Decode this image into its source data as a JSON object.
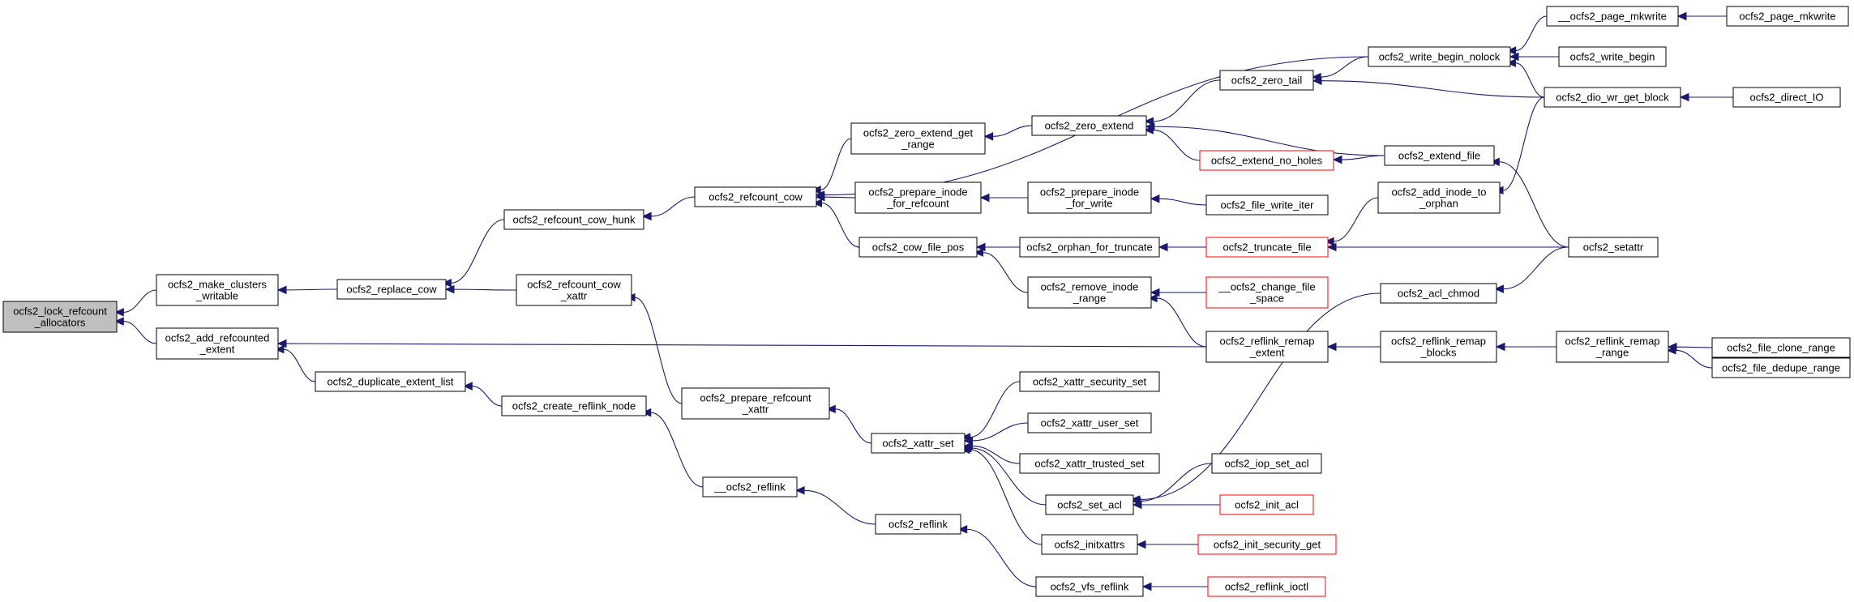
{
  "colors": {
    "edge": "#191970",
    "node_border": "#000000",
    "node_border_truncated": "#ff0000",
    "root_fill": "#bfbfbf"
  },
  "graph": {
    "nodes": [
      {
        "id": "lock",
        "lines": [
          "ocfs2_lock_refcount",
          "_allocators"
        ]
      },
      {
        "id": "mcw",
        "lines": [
          "ocfs2_make_clusters",
          "_writable"
        ]
      },
      {
        "id": "are",
        "lines": [
          "ocfs2_add_refcounted",
          "_extent"
        ]
      },
      {
        "id": "rcow",
        "lines": [
          "ocfs2_replace_cow"
        ]
      },
      {
        "id": "del",
        "lines": [
          "ocfs2_duplicate_extent_list"
        ]
      },
      {
        "id": "rch",
        "lines": [
          "ocfs2_refcount_cow_hunk"
        ]
      },
      {
        "id": "rcx",
        "lines": [
          "ocfs2_refcount_cow",
          "_xattr"
        ]
      },
      {
        "id": "crn",
        "lines": [
          "ocfs2_create_reflink_node"
        ]
      },
      {
        "id": "rc",
        "lines": [
          "ocfs2_refcount_cow"
        ]
      },
      {
        "id": "prx",
        "lines": [
          "ocfs2_prepare_refcount",
          "_xattr"
        ]
      },
      {
        "id": "_rl",
        "lines": [
          "__ocfs2_reflink"
        ]
      },
      {
        "id": "zeg",
        "lines": [
          "ocfs2_zero_extend_get",
          "_range"
        ]
      },
      {
        "id": "pir",
        "lines": [
          "ocfs2_prepare_inode",
          "_for_refcount"
        ]
      },
      {
        "id": "cfp",
        "lines": [
          "ocfs2_cow_file_pos"
        ]
      },
      {
        "id": "xs",
        "lines": [
          "ocfs2_xattr_set"
        ]
      },
      {
        "id": "rl",
        "lines": [
          "ocfs2_reflink"
        ]
      },
      {
        "id": "ze",
        "lines": [
          "ocfs2_zero_extend"
        ]
      },
      {
        "id": "piw",
        "lines": [
          "ocfs2_prepare_inode",
          "_for_write"
        ]
      },
      {
        "id": "oft",
        "lines": [
          "ocfs2_orphan_for_truncate"
        ]
      },
      {
        "id": "rir",
        "lines": [
          "ocfs2_remove_inode",
          "_range"
        ]
      },
      {
        "id": "xss",
        "lines": [
          "ocfs2_xattr_security_set"
        ]
      },
      {
        "id": "xus",
        "lines": [
          "ocfs2_xattr_user_set"
        ]
      },
      {
        "id": "xts",
        "lines": [
          "ocfs2_xattr_trusted_set"
        ]
      },
      {
        "id": "sa",
        "lines": [
          "ocfs2_set_acl"
        ]
      },
      {
        "id": "ix",
        "lines": [
          "ocfs2_initxattrs"
        ]
      },
      {
        "id": "vr",
        "lines": [
          "ocfs2_vfs_reflink"
        ]
      },
      {
        "id": "zt",
        "lines": [
          "ocfs2_zero_tail"
        ]
      },
      {
        "id": "enh",
        "lines": [
          "ocfs2_extend_no_holes"
        ],
        "truncated": true
      },
      {
        "id": "fwi",
        "lines": [
          "ocfs2_file_write_iter"
        ]
      },
      {
        "id": "tf",
        "lines": [
          "ocfs2_truncate_file"
        ],
        "truncated": true
      },
      {
        "id": "cfs",
        "lines": [
          "__ocfs2_change_file",
          "_space"
        ],
        "truncated": true
      },
      {
        "id": "rre",
        "lines": [
          "ocfs2_reflink_remap",
          "_extent"
        ]
      },
      {
        "id": "isa",
        "lines": [
          "ocfs2_iop_set_acl"
        ]
      },
      {
        "id": "ia",
        "lines": [
          "ocfs2_init_acl"
        ],
        "truncated": true
      },
      {
        "id": "isg",
        "lines": [
          "ocfs2_init_security_get"
        ],
        "truncated": true
      },
      {
        "id": "ri",
        "lines": [
          "ocfs2_reflink_ioctl"
        ],
        "truncated": true
      },
      {
        "id": "wbn",
        "lines": [
          "ocfs2_write_begin_nolock"
        ]
      },
      {
        "id": "ef",
        "lines": [
          "ocfs2_extend_file"
        ]
      },
      {
        "id": "aio",
        "lines": [
          "ocfs2_add_inode_to",
          "_orphan"
        ]
      },
      {
        "id": "ac",
        "lines": [
          "ocfs2_acl_chmod"
        ]
      },
      {
        "id": "rrb",
        "lines": [
          "ocfs2_reflink_remap",
          "_blocks"
        ]
      },
      {
        "id": "_pm",
        "lines": [
          "__ocfs2_page_mkwrite"
        ]
      },
      {
        "id": "wb",
        "lines": [
          "ocfs2_write_begin"
        ]
      },
      {
        "id": "dio",
        "lines": [
          "ocfs2_dio_wr_get_block"
        ]
      },
      {
        "id": "st",
        "lines": [
          "ocfs2_setattr"
        ]
      },
      {
        "id": "rrr",
        "lines": [
          "ocfs2_reflink_remap",
          "_range"
        ]
      },
      {
        "id": "pm",
        "lines": [
          "ocfs2_page_mkwrite"
        ]
      },
      {
        "id": "dIO",
        "lines": [
          "ocfs2_direct_IO"
        ]
      },
      {
        "id": "fcr",
        "lines": [
          "ocfs2_file_clone_range"
        ]
      },
      {
        "id": "fdr",
        "lines": [
          "ocfs2_file_dedupe_range"
        ]
      }
    ],
    "edges": [
      [
        "mcw",
        "lock"
      ],
      [
        "are",
        "lock"
      ],
      [
        "rcow",
        "mcw"
      ],
      [
        "del",
        "are"
      ],
      [
        "rre",
        "are"
      ],
      [
        "rch",
        "rcow"
      ],
      [
        "rcx",
        "rcow"
      ],
      [
        "crn",
        "del"
      ],
      [
        "rc",
        "rch"
      ],
      [
        "prx",
        "rcx"
      ],
      [
        "_rl",
        "crn"
      ],
      [
        "zeg",
        "rc"
      ],
      [
        "pir",
        "rc"
      ],
      [
        "cfp",
        "rc"
      ],
      [
        "wbn",
        "rc"
      ],
      [
        "xs",
        "prx"
      ],
      [
        "rl",
        "_rl"
      ],
      [
        "ze",
        "zeg"
      ],
      [
        "piw",
        "pir"
      ],
      [
        "oft",
        "cfp"
      ],
      [
        "rir",
        "cfp"
      ],
      [
        "xss",
        "xs"
      ],
      [
        "xus",
        "xs"
      ],
      [
        "xts",
        "xs"
      ],
      [
        "sa",
        "xs"
      ],
      [
        "ix",
        "xs"
      ],
      [
        "vr",
        "rl"
      ],
      [
        "zt",
        "ze"
      ],
      [
        "enh",
        "ze"
      ],
      [
        "ef",
        "ze"
      ],
      [
        "fwi",
        "piw"
      ],
      [
        "tf",
        "oft"
      ],
      [
        "cfs",
        "rir"
      ],
      [
        "rre",
        "rir"
      ],
      [
        "isa",
        "sa"
      ],
      [
        "ia",
        "sa"
      ],
      [
        "ac",
        "sa"
      ],
      [
        "isg",
        "ix"
      ],
      [
        "ri",
        "vr"
      ],
      [
        "wbn",
        "zt"
      ],
      [
        "dio",
        "zt"
      ],
      [
        "ef",
        "enh"
      ],
      [
        "aio",
        "tf"
      ],
      [
        "st",
        "tf"
      ],
      [
        "rrb",
        "rre"
      ],
      [
        "_pm",
        "wbn"
      ],
      [
        "wb",
        "wbn"
      ],
      [
        "dio",
        "wbn"
      ],
      [
        "st",
        "ef"
      ],
      [
        "dio",
        "aio"
      ],
      [
        "st",
        "ac"
      ],
      [
        "rrr",
        "rrb"
      ],
      [
        "pm",
        "_pm"
      ],
      [
        "dIO",
        "dio"
      ],
      [
        "fcr",
        "rrr"
      ],
      [
        "fdr",
        "rrr"
      ]
    ]
  }
}
